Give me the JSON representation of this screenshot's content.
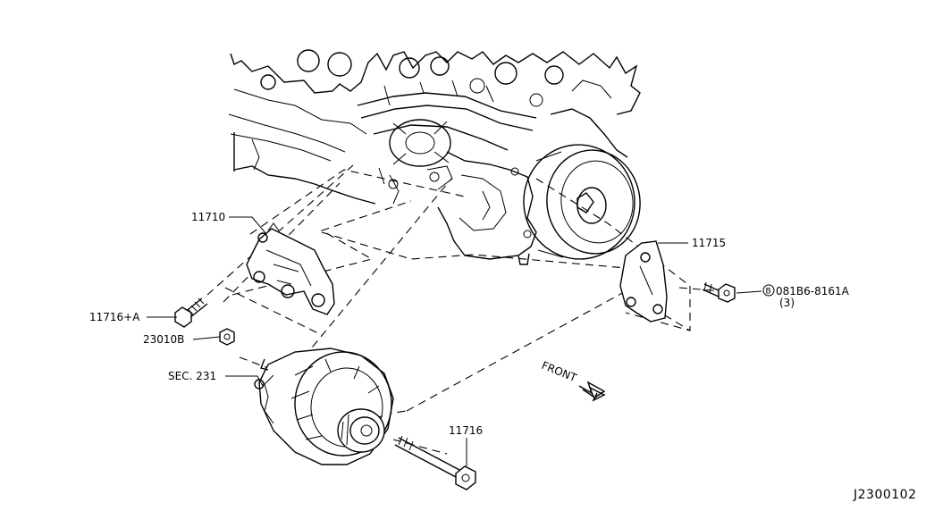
{
  "labels": {
    "bracket": "11710",
    "bolt_a": "11716+A",
    "nut": "23010B",
    "section": "SEC. 231",
    "rear_bracket": "11715",
    "bolt_long": "11716",
    "bolt_small_prefix": "B",
    "bolt_small": "081B6-8161A",
    "bolt_small_qty": "(3)",
    "front": "FRONT",
    "diagram_code": "J2300102"
  }
}
